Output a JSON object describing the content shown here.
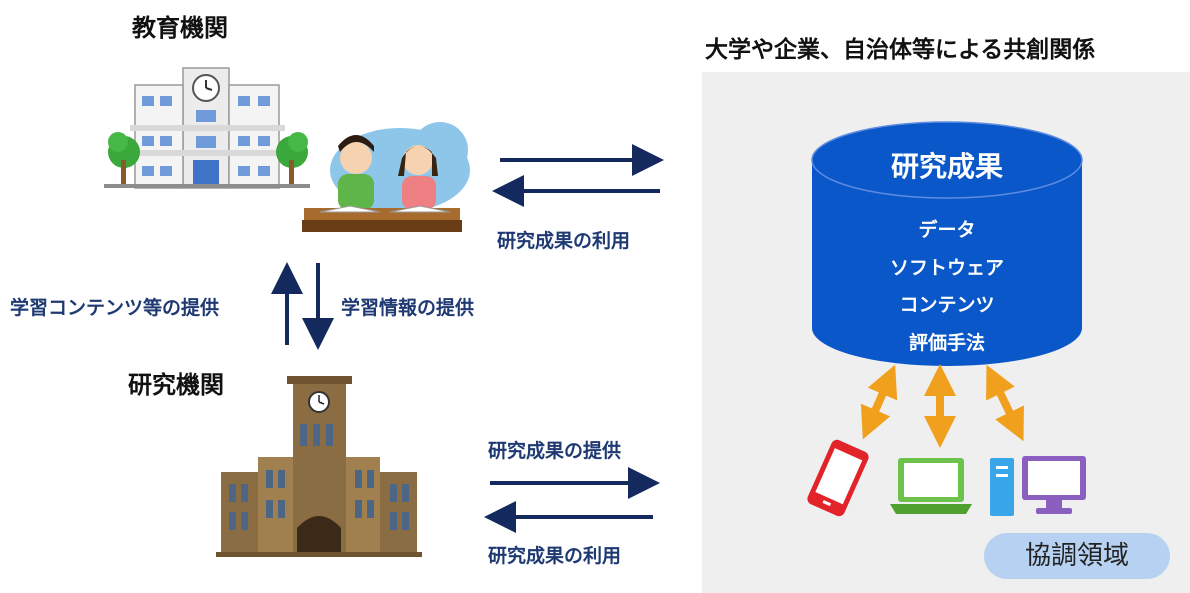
{
  "left": {
    "education_title": "教育機関",
    "research_title": "研究機関",
    "learning_content_label": "学習コンテンツ等の提供",
    "learning_info_label": "学習情報の提供",
    "use_results_top": "研究成果の利用",
    "provide_results": "研究成果の提供",
    "use_results_bottom": "研究成果の利用"
  },
  "right": {
    "title": "大学や企業、自治体等による共創関係",
    "cylinder_title": "研究成果",
    "items": [
      "データ",
      "ソフトウェア",
      "コンテンツ",
      "評価手法"
    ],
    "coop_label": "協調領域"
  },
  "colors": {
    "arrow_navy": "#14295e",
    "cylinder_blue": "#0a57c9",
    "orange_arrow": "#f0a01c",
    "panel_gray": "#efefef",
    "badge_blue": "#b7d1f2"
  }
}
